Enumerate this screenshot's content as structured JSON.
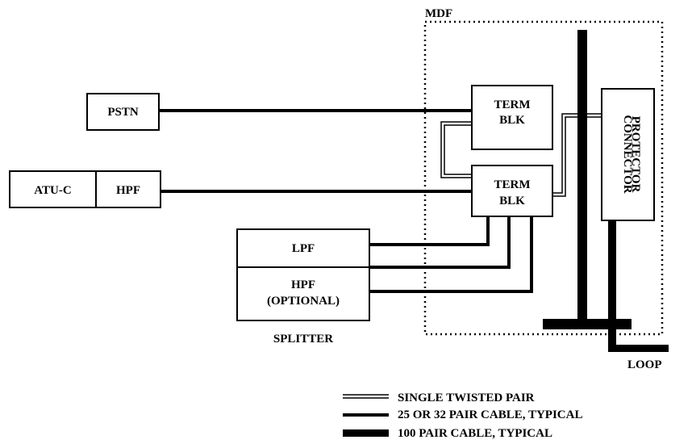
{
  "mdf": {
    "label": "MDF"
  },
  "pstn": {
    "label": "PSTN"
  },
  "atu_c": {
    "label": "ATU-C"
  },
  "hpf_atu": {
    "label": "HPF"
  },
  "term_blk_top": {
    "line1": "TERM",
    "line2": "BLK"
  },
  "term_blk_bottom": {
    "line1": "TERM",
    "line2": "BLK"
  },
  "connector": {
    "label": "CONNECTOR"
  },
  "protector": {
    "label": "PROTECTOR"
  },
  "splitter": {
    "label": "SPLITTER",
    "lpf": "LPF",
    "hpf_line1": "HPF",
    "hpf_line2": "(OPTIONAL)"
  },
  "loop": {
    "label": "LOOP"
  },
  "legend": {
    "single_twisted_pair": "SINGLE TWISTED PAIR",
    "pair_cable_25_32": "25 OR 32 PAIR CABLE, TYPICAL",
    "pair_cable_100": "100 PAIR CABLE, TYPICAL"
  }
}
